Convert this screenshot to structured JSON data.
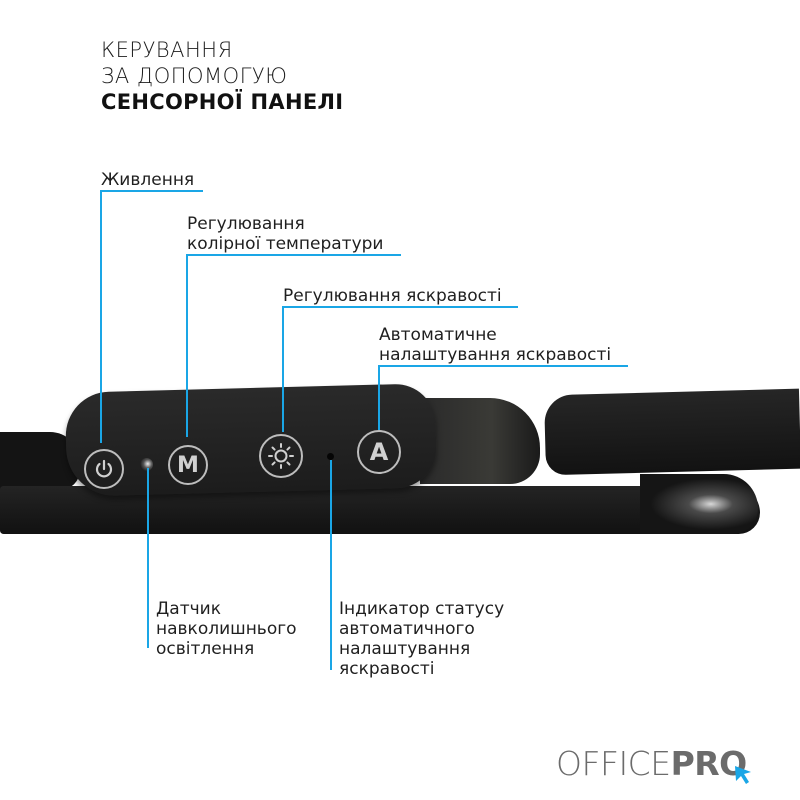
{
  "title": {
    "line1": "КЕРУВАННЯ",
    "line2": "ЗА ДОПОМОГУЮ",
    "line3": "СЕНСОРНОЇ ПАНЕЛІ"
  },
  "labels": {
    "power": "Живлення",
    "color_temp_1": "Регулювання",
    "color_temp_2": "колірної температури",
    "brightness": "Регулювання яскравості",
    "auto_1": "Автоматичне",
    "auto_2": "налаштування яскравості",
    "sensor_1": "Датчик",
    "sensor_2": "навколишнього",
    "sensor_3": "освітлення",
    "indicator_1": "Індикатор статусу",
    "indicator_2": "автоматичного",
    "indicator_3": "налаштування",
    "indicator_4": "яскравості"
  },
  "buttons": {
    "mode": "M",
    "auto": "A"
  },
  "icons": [
    "power-icon",
    "mode-icon",
    "brightness-sun-icon",
    "auto-icon",
    "light-sensor-icon",
    "status-led-icon",
    "cursor-arrow-icon"
  ],
  "brand": {
    "part1": "OFFICE",
    "part2": "PRO"
  },
  "colors": {
    "accent": "#1aa6e6",
    "brand_gray": "#6b6b6b",
    "device": "#1e1e1e"
  }
}
